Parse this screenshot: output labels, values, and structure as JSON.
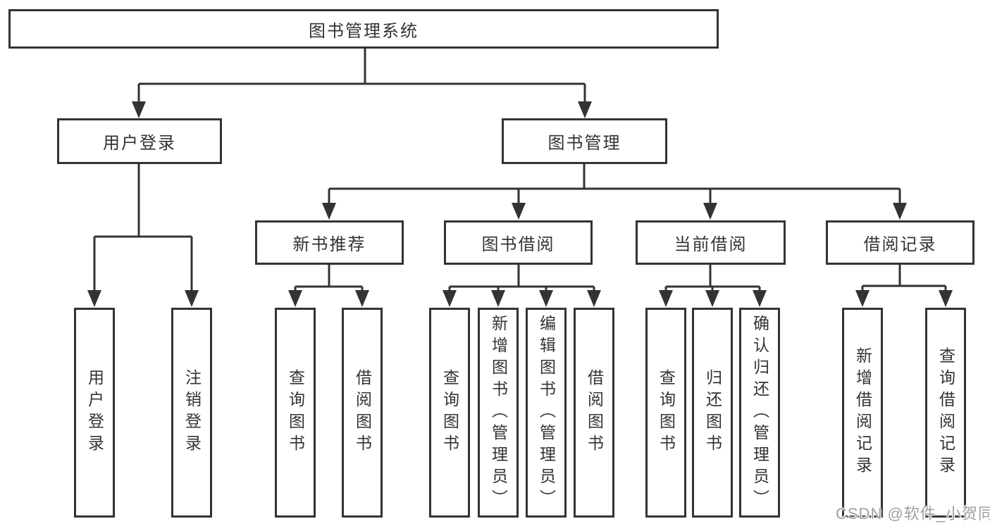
{
  "colors": {
    "background": "#ffffff",
    "line": "#333333",
    "box_border": "#333333",
    "text": "#333333",
    "watermark": "#9f9f9f"
  },
  "watermark": "CSDN @软件_小贺同学",
  "tree": {
    "root": {
      "label": "图书管理系统",
      "children": [
        {
          "label": "用户登录",
          "children": [
            {
              "label": "用户登录"
            },
            {
              "label": "注销登录"
            }
          ]
        },
        {
          "label": "图书管理",
          "children": [
            {
              "label": "新书推荐",
              "children": [
                {
                  "label": "查询图书"
                },
                {
                  "label": "借阅图书"
                }
              ]
            },
            {
              "label": "图书借阅",
              "children": [
                {
                  "label": "查询图书"
                },
                {
                  "label": "新增图书（管理员）"
                },
                {
                  "label": "编辑图书（管理员）"
                },
                {
                  "label": "借阅图书"
                }
              ]
            },
            {
              "label": "当前借阅",
              "children": [
                {
                  "label": "查询图书"
                },
                {
                  "label": "归还图书"
                },
                {
                  "label": "确认归还（管理员）"
                }
              ]
            },
            {
              "label": "借阅记录",
              "children": [
                {
                  "label": "新增借阅记录"
                },
                {
                  "label": "查询借阅记录"
                }
              ]
            }
          ]
        }
      ]
    }
  }
}
